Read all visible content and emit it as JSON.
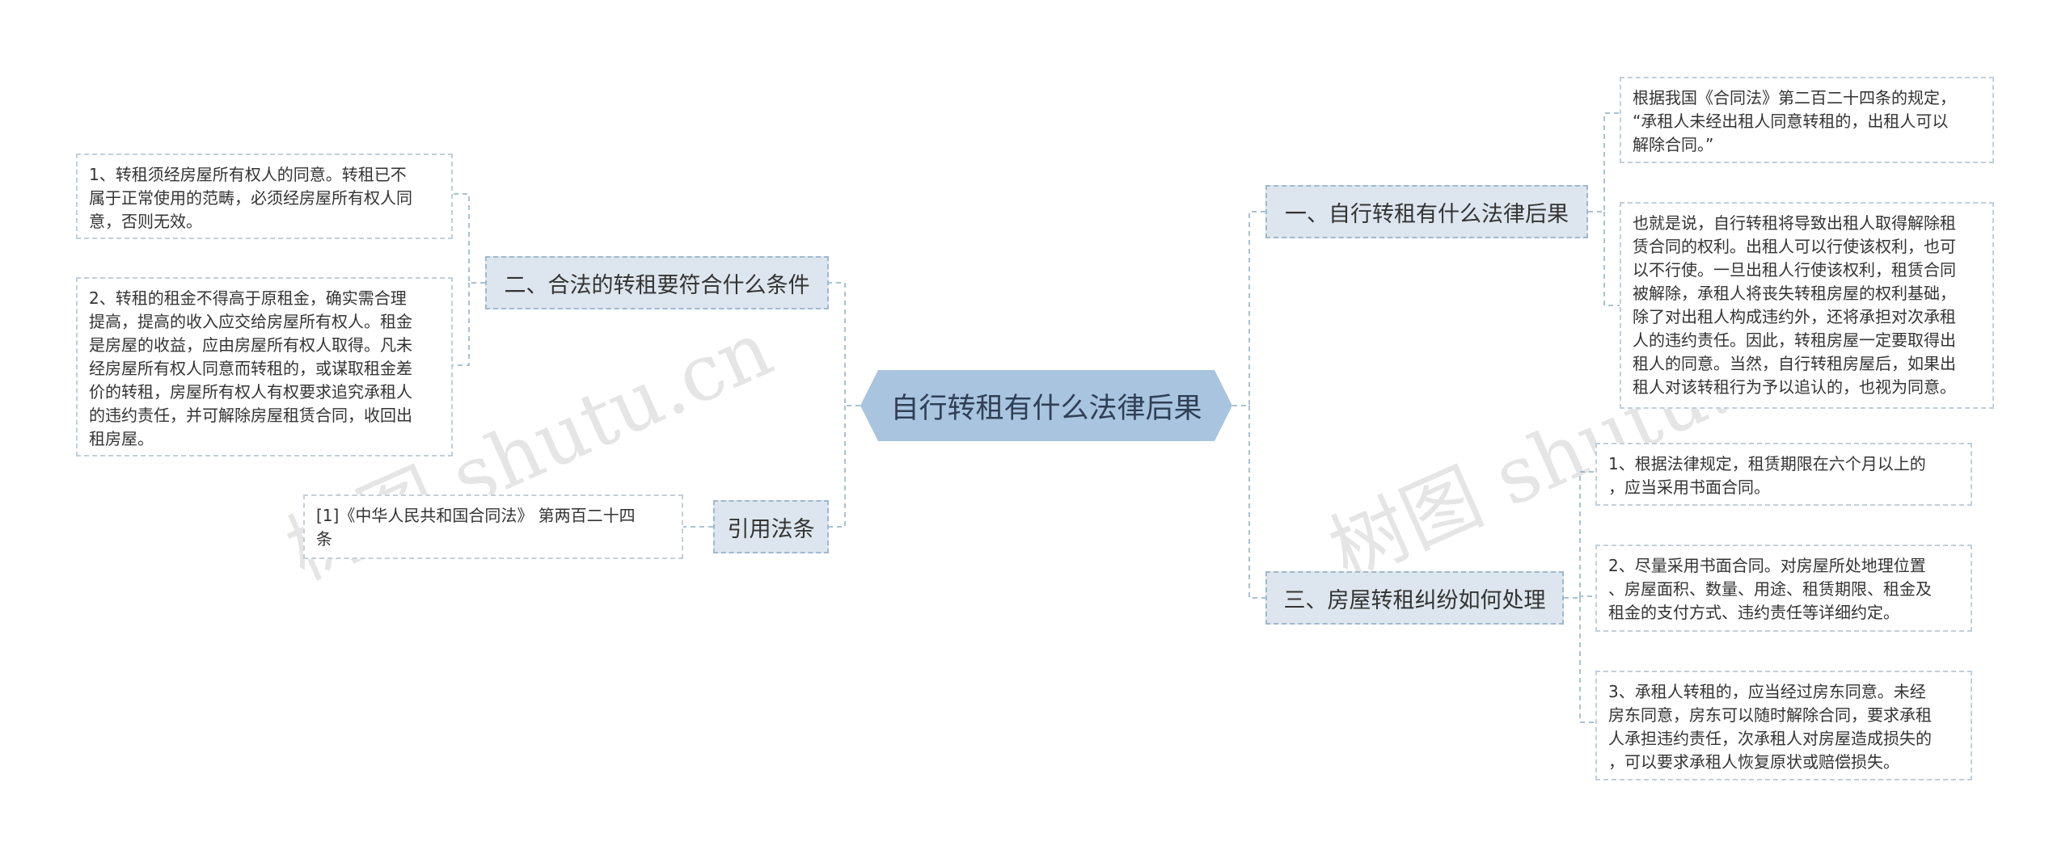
{
  "root": {
    "title": "自行转租有什么法律后果"
  },
  "right": {
    "b1": {
      "label": "一、自行转租有什么法律后果",
      "leaves": [
        "根据我国《合同法》第二百二十四条的规定，\n“承租人未经出租人同意转租的，出租人可以\n解除合同。”",
        "也就是说，自行转租将导致出租人取得解除租\n赁合同的权利。出租人可以行使该权利，也可\n以不行使。一旦出租人行使该权利，租赁合同\n被解除，承租人将丧失转租房屋的权利基础，\n除了对出租人构成违约外，还将承担对次承租\n人的违约责任。因此，转租房屋一定要取得出\n租人的同意。当然，自行转租房屋后，如果出\n租人对该转租行为予以追认的，也视为同意。"
      ]
    },
    "b3": {
      "label": "三、房屋转租纠纷如何处理",
      "leaves": [
        "1、根据法律规定，租赁期限在六个月以上的\n，应当采用书面合同。",
        "2、尽量采用书面合同。对房屋所处地理位置\n、房屋面积、数量、用途、租赁期限、租金及\n租金的支付方式、违约责任等详细约定。",
        "3、承租人转租的，应当经过房东同意。未经\n房东同意，房东可以随时解除合同，要求承租\n人承担违约责任，次承租人对房屋造成损失的\n，可以要求承租人恢复原状或赔偿损失。"
      ]
    }
  },
  "left": {
    "b2": {
      "label": "二、合法的转租要符合什么条件",
      "leaves": [
        "1、转租须经房屋所有权人的同意。转租已不\n属于正常使用的范畴，必须经房屋所有权人同\n意，否则无效。",
        "2、转租的租金不得高于原租金，确实需合理\n提高，提高的收入应交给房屋所有权人。租金\n是房屋的收益，应由房屋所有权人取得。凡未\n经房屋所有权人同意而转租的，或谋取租金差\n价的转租，房屋所有权人有权要求追究承租人\n的违约责任，并可解除房屋租赁合同，收回出\n租房屋。"
      ]
    },
    "cite": {
      "label": "引用法条",
      "leaves": [
        "[1]《中华人民共和国合同法》 第两百二十四\n条"
      ]
    }
  },
  "watermark": [
    "树图 shutu.cn",
    "树图 shutu.cn"
  ],
  "colors": {
    "root_fill": "#a9c4df",
    "branch_fill": "#dde6ee",
    "line": "#9fb8ce"
  }
}
